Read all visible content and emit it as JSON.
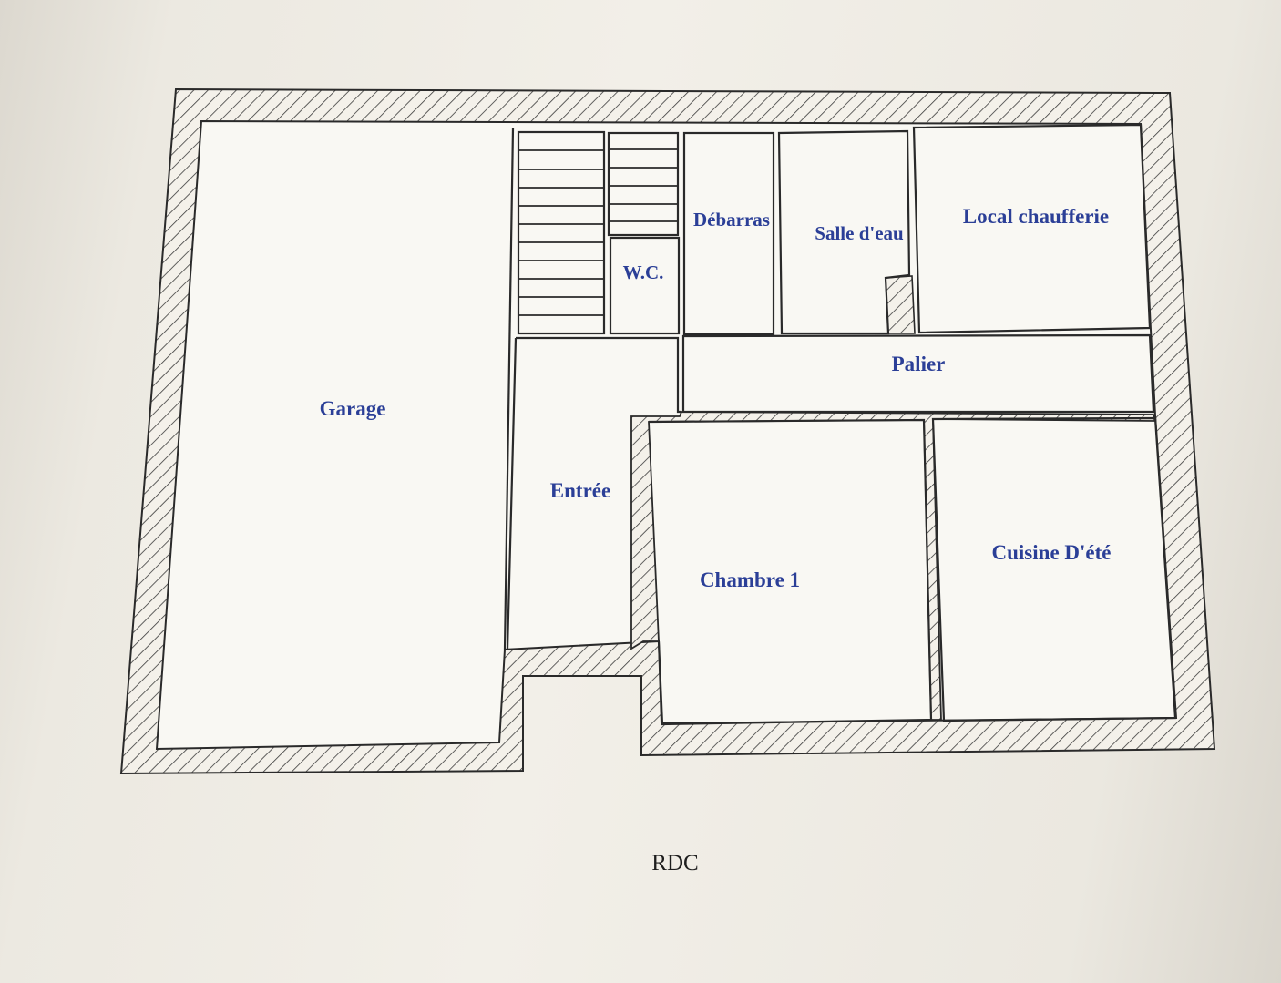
{
  "plan": {
    "caption": "RDC",
    "rooms": {
      "garage": "Garage",
      "wc": "W.C.",
      "debarras": "Débarras",
      "salle_eau": "Salle d'eau",
      "local_chaufferie": "Local chaufferie",
      "palier": "Palier",
      "entree": "Entrée",
      "chambre": "Chambre 1",
      "cuisine": "Cuisine D'été"
    },
    "colors": {
      "wall_stroke": "#2a2a2a",
      "label": "#2b3f97",
      "caption": "#1e1e1e"
    }
  }
}
